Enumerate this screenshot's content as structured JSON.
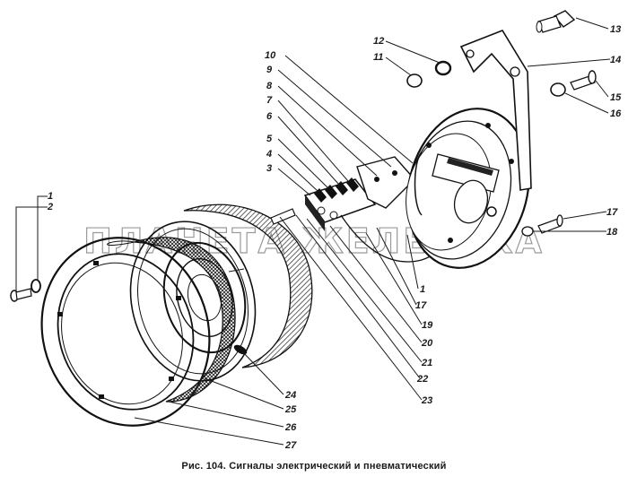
{
  "caption": "Рис. 104. Сигналы электрический и пневматический",
  "watermark": "ПЛАНЕТА ЖЕЛЕЗЯКА",
  "callouts": [
    "1",
    "2",
    "3",
    "4",
    "5",
    "6",
    "7",
    "8",
    "9",
    "10",
    "11",
    "12",
    "13",
    "14",
    "15",
    "16",
    "17",
    "18",
    "19",
    "20",
    "21",
    "22",
    "23",
    "24",
    "25",
    "26",
    "27"
  ],
  "colors": {
    "ink": "#1a1a1a",
    "paper": "#ffffff",
    "watermark": "#9a9a9a"
  }
}
